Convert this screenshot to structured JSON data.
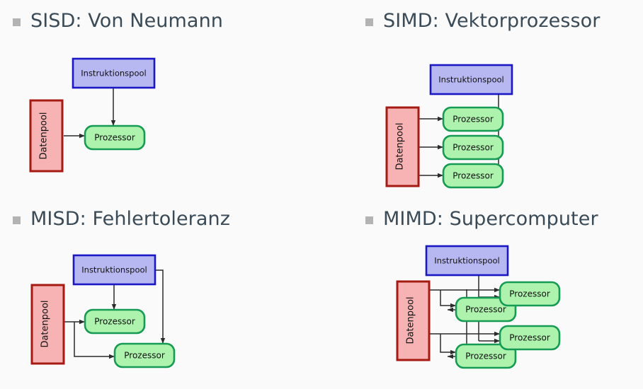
{
  "slide": {
    "background_color": "#fafafa",
    "bullet_color": "#b3b3b3",
    "heading_color": "#3a4a56"
  },
  "labels": {
    "instruktionspool": "Instruktionspool",
    "prozessor": "Prozessor",
    "datenpool": "Datenpool"
  },
  "colors": {
    "instruction_fill": "#b7b7f2",
    "instruction_border": "#1a18c4",
    "processor_fill": "#adf2ad",
    "processor_border": "#169b54",
    "data_fill": "#f7b3b3",
    "data_border": "#a51b13",
    "wire": "#2b2b2b"
  },
  "quadrants": [
    {
      "id": "sisd",
      "heading": "SISD: Von Neumann",
      "processor_count": 1,
      "instruction_pool_count": 1,
      "data_pool_count": 1
    },
    {
      "id": "simd",
      "heading": "SIMD: Vektorprozessor",
      "processor_count": 3,
      "instruction_pool_count": 1,
      "data_pool_count": 1
    },
    {
      "id": "misd",
      "heading": "MISD: Fehlertoleranz",
      "processor_count": 2,
      "instruction_pool_count": 1,
      "data_pool_count": 1
    },
    {
      "id": "mimd",
      "heading": "MIMD: Supercomputer",
      "processor_count": 4,
      "instruction_pool_count": 1,
      "data_pool_count": 1
    }
  ]
}
